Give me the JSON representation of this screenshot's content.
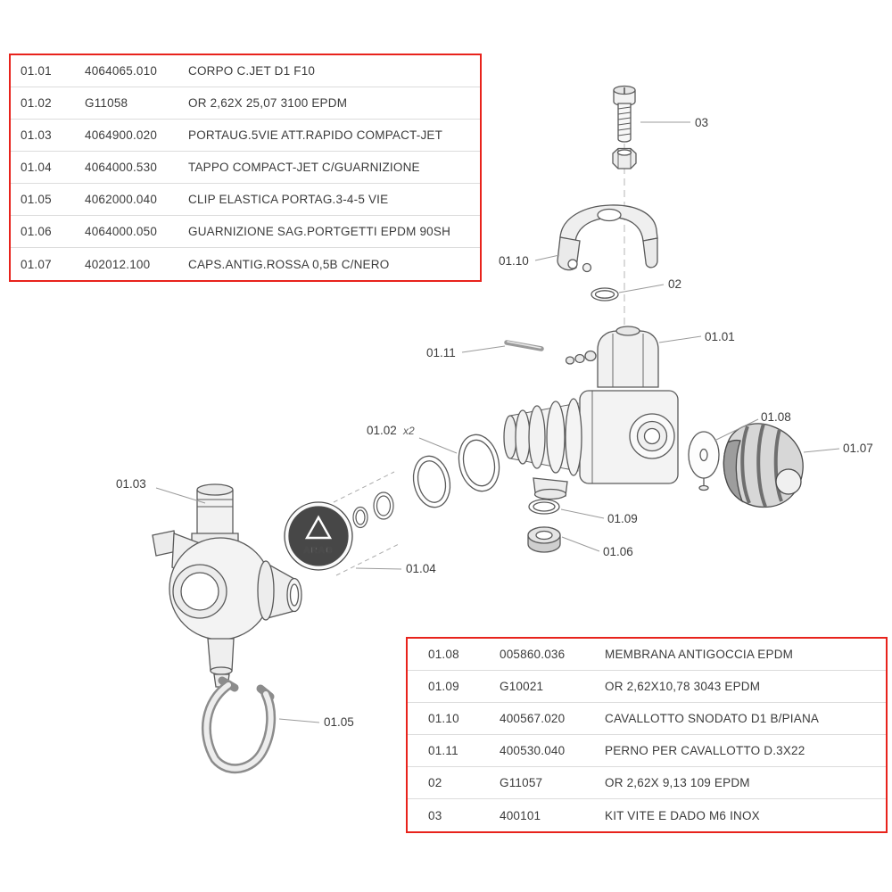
{
  "tables": {
    "top": {
      "rows": [
        {
          "ref": "01.01",
          "code": "4064065.010",
          "desc": "CORPO C.JET D1 F10"
        },
        {
          "ref": "01.02",
          "code": "G11058",
          "desc": "OR 2,62X 25,07 3100 EPDM"
        },
        {
          "ref": "01.03",
          "code": "4064900.020",
          "desc": "PORTAUG.5VIE ATT.RAPIDO COMPACT-JET"
        },
        {
          "ref": "01.04",
          "code": "4064000.530",
          "desc": "TAPPO COMPACT-JET C/GUARNIZIONE"
        },
        {
          "ref": "01.05",
          "code": "4062000.040",
          "desc": "CLIP ELASTICA PORTAG.3-4-5 VIE"
        },
        {
          "ref": "01.06",
          "code": "4064000.050",
          "desc": "GUARNIZIONE SAG.PORTGETTI EPDM 90SH"
        },
        {
          "ref": "01.07",
          "code": "402012.100",
          "desc": "CAPS.ANTIG.ROSSA 0,5B C/NERO"
        }
      ]
    },
    "bottom": {
      "rows": [
        {
          "ref": "01.08",
          "code": "005860.036",
          "desc": "MEMBRANA ANTIGOCCIA EPDM"
        },
        {
          "ref": "01.09",
          "code": "G10021",
          "desc": "OR 2,62X10,78 3043 EPDM"
        },
        {
          "ref": "01.10",
          "code": "400567.020",
          "desc": "CAVALLOTTO SNODATO D1 B/PIANA"
        },
        {
          "ref": "01.11",
          "code": "400530.040",
          "desc": "PERNO PER CAVALLOTTO D.3X22"
        },
        {
          "ref": "02",
          "code": "G11057",
          "desc": "OR 2,62X 9,13 109 EPDM"
        },
        {
          "ref": "03",
          "code": "400101",
          "desc": "KIT VITE E DADO M6 INOX"
        }
      ]
    }
  },
  "callouts": {
    "c03": "03",
    "c0110": "01.10",
    "c02": "02",
    "c0101": "01.01",
    "c0111": "01.11",
    "c0102": "01.02",
    "c0102_qty": "x2",
    "c0108": "01.08",
    "c0107": "01.07",
    "c0103": "01.03",
    "c0109": "01.09",
    "c0106": "01.06",
    "c0104": "01.04",
    "c0105": "01.05"
  },
  "diagram": {
    "cap_logo": "ARAG"
  },
  "colors": {
    "table_border": "#e8231c",
    "row_divider": "#dcdcdc",
    "text": "#3b3b3b",
    "line_art": "#5a5a5a"
  }
}
